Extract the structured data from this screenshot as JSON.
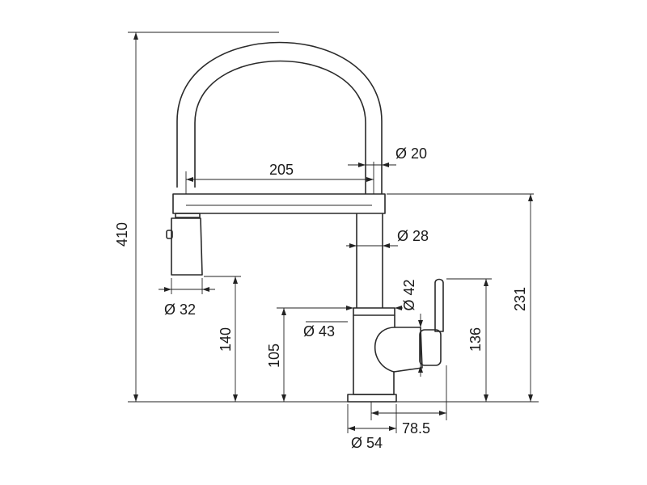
{
  "dimensions": {
    "total_height": "410",
    "arc_width": "205",
    "hose_diameter": "Ø 20",
    "spout_diameter": "Ø 28",
    "lever_diameter": "Ø 42",
    "body_diameter": "Ø 43",
    "head_diameter": "Ø 32",
    "head_clearance": "140",
    "body_height": "105",
    "lever_height": "136",
    "spout_height": "231",
    "base_offset": "78.5",
    "base_diameter": "Ø 54"
  }
}
